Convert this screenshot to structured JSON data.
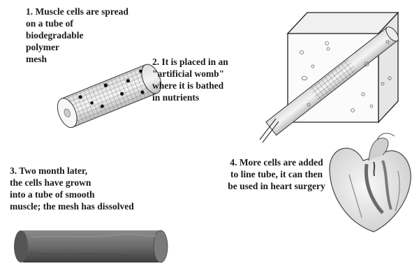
{
  "steps": [
    {
      "text": "1. Muscle cells are spread\non a tube of\nbiodegradable\npolymer\nmesh"
    },
    {
      "text": "2. It is placed in an\n\"artificial womb\"\nwhere it is bathed\nin nutrients"
    },
    {
      "text": "3. Two month later,\nthe cells have grown\ninto a tube of smooth\nmuscle; the mesh has dissolved"
    },
    {
      "text": "4. More cells are added\nto line tube, it can then\nbe used in heart surgery"
    }
  ],
  "colors": {
    "line": "#333333",
    "mesh": "#555555",
    "cell": "#111111",
    "muscle": "#6b6b6b",
    "artery": "#7a7a7a",
    "bubble": "#666666"
  }
}
